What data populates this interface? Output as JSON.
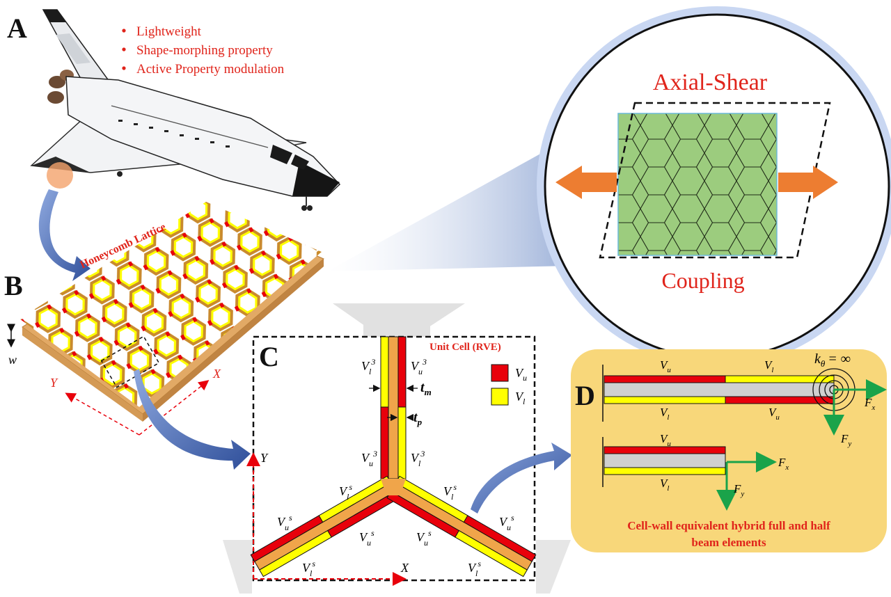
{
  "panels": {
    "a": {
      "letter": "A",
      "bullets": [
        "Lightweight",
        "Shape-morphing property",
        "Active Property modulation"
      ]
    },
    "b": {
      "letter": "B",
      "lattice_label": "Honeycomb Lattice",
      "axis_w": "w",
      "axis_y": "Y",
      "axis_x": "X"
    },
    "c": {
      "letter": "C",
      "title": "Unit Cell (RVE)",
      "legend": [
        {
          "symbol": "V",
          "sub": "u",
          "color": "#e8000b"
        },
        {
          "symbol": "V",
          "sub": "l",
          "color": "#ffff00"
        }
      ],
      "thickness_m": "t",
      "thickness_m_sub": "m",
      "thickness_p": "t",
      "thickness_p_sub": "p",
      "axis_x": "X",
      "axis_y": "Y",
      "labels": {
        "vl3_top": {
          "base": "V",
          "sub": "l",
          "sup": "3"
        },
        "vu3_top": {
          "base": "V",
          "sub": "u",
          "sup": "3"
        },
        "vu3_mid": {
          "base": "V",
          "sub": "u",
          "sup": "3"
        },
        "vl3_mid": {
          "base": "V",
          "sub": "l",
          "sup": "3"
        },
        "vls_left": {
          "base": "V",
          "sub": "l",
          "sup": "s"
        },
        "vus_left_outer": {
          "base": "V",
          "sub": "u",
          "sup": "s"
        },
        "vus_left_inner": {
          "base": "V",
          "sub": "u",
          "sup": "s"
        },
        "vls_left_bottom": {
          "base": "V",
          "sub": "l",
          "sup": "s"
        },
        "vls_right": {
          "base": "V",
          "sub": "l",
          "sup": "s"
        },
        "vus_right_outer": {
          "base": "V",
          "sub": "u",
          "sup": "s"
        },
        "vus_right_inner": {
          "base": "V",
          "sub": "u",
          "sup": "s"
        },
        "vls_right_bottom": {
          "base": "V",
          "sub": "l",
          "sup": "s"
        }
      }
    },
    "d": {
      "letter": "D",
      "k_label": "k",
      "k_sub": "θ",
      "k_value": "= ∞",
      "caption_line1": "Cell-wall equivalent hybrid full and half",
      "caption_line2": "beam elements",
      "full_beam": {
        "top_left": {
          "base": "V",
          "sub": "u"
        },
        "top_right": {
          "base": "V",
          "sub": "l"
        },
        "bottom_left": {
          "base": "V",
          "sub": "l"
        },
        "bottom_right": {
          "base": "V",
          "sub": "u"
        },
        "fx": {
          "base": "F",
          "sub": "x"
        },
        "fy": {
          "base": "F",
          "sub": "y"
        }
      },
      "half_beam": {
        "top": {
          "base": "V",
          "sub": "u"
        },
        "bottom": {
          "base": "V",
          "sub": "l"
        },
        "fx": {
          "base": "F",
          "sub": "x"
        },
        "fy": {
          "base": "F",
          "sub": "y"
        }
      }
    },
    "zoom": {
      "title": "Axial-Shear",
      "subtitle": "Coupling"
    }
  },
  "colors": {
    "red": "#e8000b",
    "yellow": "#ffff00",
    "core": "#f0a54a",
    "panel_d_bg": "#f8d77a",
    "hex_fill": "#9ccc7e",
    "arrow_orange": "#ed7d31",
    "force_green": "#1aa34a",
    "curved_arrow_blue": "#3e66b4",
    "text_red": "#e0241b"
  },
  "icons": [
    "space-shuttle-illustration",
    "curved-arrow-icon",
    "force-arrow-icon",
    "rotational-spring-icon"
  ]
}
